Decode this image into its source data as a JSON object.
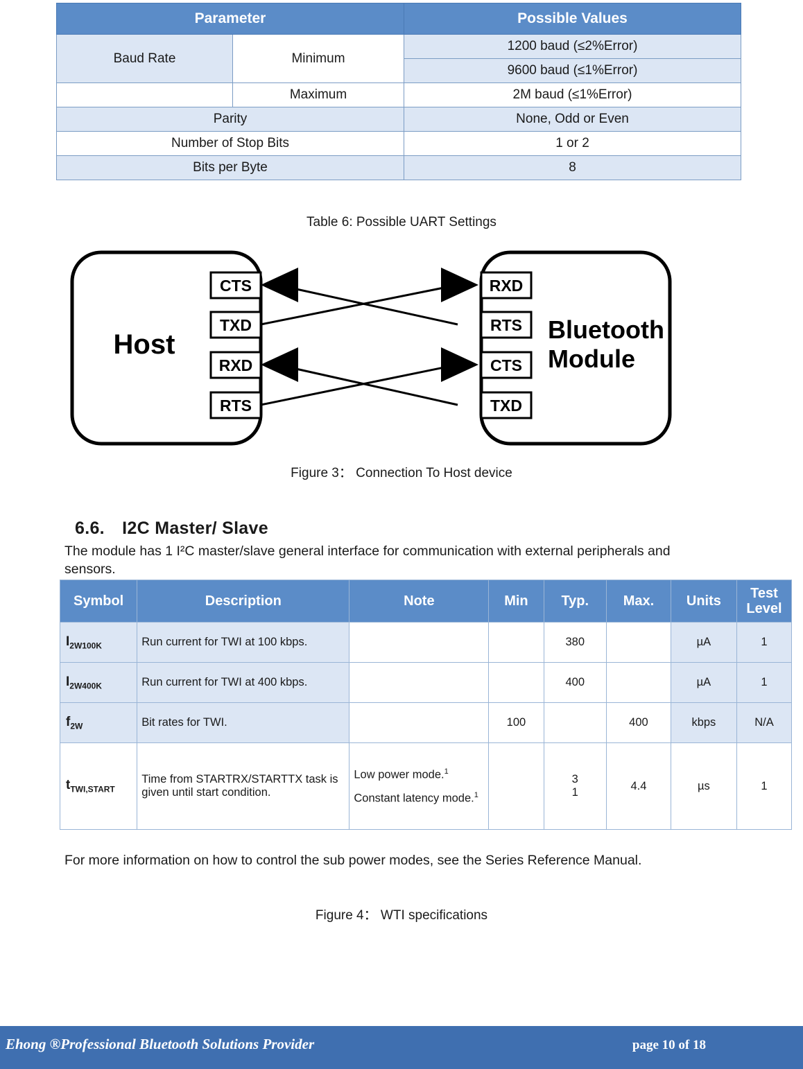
{
  "uart_table": {
    "headers": [
      "Parameter",
      "Possible Values"
    ],
    "rows": [
      {
        "c1": "Baud Rate",
        "c2": "Minimum",
        "c3": "1200 baud (≤2%Error)"
      },
      {
        "c1": "",
        "c2": "",
        "c3": "9600 baud (≤1%Error)"
      },
      {
        "c1": "",
        "c2": "Maximum",
        "c3": "2M baud (≤1%Error)"
      },
      {
        "c1": "Parity",
        "c2": "",
        "c3": "None, Odd or Even"
      },
      {
        "c1": "Number of Stop Bits",
        "c2": "",
        "c3": "1 or 2"
      },
      {
        "c1": "Bits per Byte",
        "c2": "",
        "c3": "8"
      }
    ]
  },
  "table6_caption": "Table 6: Possible UART Settings",
  "figure3": {
    "caption": "Figure 3：  Connection To Host device",
    "host_label": "Host",
    "module_label_line1": "Bluetooth",
    "module_label_line2": "Module",
    "host_pins": [
      "CTS",
      "TXD",
      "RXD",
      "RTS"
    ],
    "module_pins": [
      "RXD",
      "RTS",
      "CTS",
      "TXD"
    ]
  },
  "section": {
    "number": "6.6.",
    "title": "I2C Master/ Slave",
    "paragraph": "The module has 1 I²C master/slave general interface for communication with external peripherals and sensors."
  },
  "twi_table": {
    "headers": [
      "Symbol",
      "Description",
      "Note",
      "Min",
      "Typ.",
      "Max.",
      "Units",
      "Test Level"
    ],
    "rows": [
      {
        "symbol_main": "I",
        "symbol_sub": "2W100K",
        "description": "Run current for TWI at 100 kbps.",
        "note": "",
        "min": "",
        "typ": "380",
        "max": "",
        "units": "µA",
        "test_level": "1"
      },
      {
        "symbol_main": "I",
        "symbol_sub": "2W400K",
        "description": "Run current for TWI at 400 kbps.",
        "note": "",
        "min": "",
        "typ": "400",
        "max": "",
        "units": "µA",
        "test_level": "1"
      },
      {
        "symbol_main": "f",
        "symbol_sub": "2W",
        "description": "Bit rates for TWI.",
        "note": "",
        "min": "100",
        "typ": "",
        "max": "400",
        "units": "kbps",
        "test_level": "N/A"
      },
      {
        "symbol_main": "t",
        "symbol_sub": "TWI,START",
        "description": "Time from STARTRX/STARTTX task is given until start condition.",
        "note_line1": "Low power mode.",
        "note_line1_sup": "1",
        "note_line2": "Constant latency mode.",
        "note_line2_sup": "1",
        "min": "",
        "typ_line1": "3",
        "typ_line2": "1",
        "max": "4.4",
        "units": "µs",
        "test_level": "1"
      }
    ]
  },
  "after_table_note": "For more information on how to control the sub power modes, see the Series Reference Manual.",
  "figure4_caption": "Figure 4：  WTI specifications",
  "footer": {
    "left": "Ehong ®Professional Bluetooth Solutions Provider",
    "right": "page 10 of 18"
  }
}
